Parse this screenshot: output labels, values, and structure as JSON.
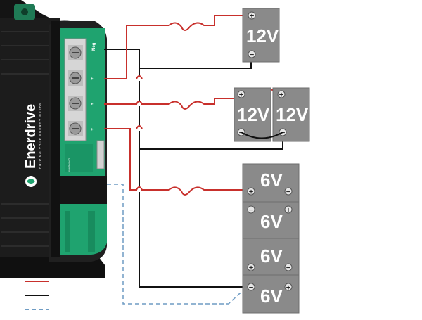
{
  "charger": {
    "brand": "Enerdrive",
    "tagline": "DRIVING YOUR ENERGY NEEDS",
    "terminal_neg_label": "Neg",
    "terminal_plus_label": "+",
    "pcb_warning": "WARNING: To reduce risk of electric shock, turn off the charger and disconnect all batteries before servicing. Refer to manual."
  },
  "terminal_signs": {
    "positive": "+",
    "negative": "−"
  },
  "batteries": [
    {
      "id": "bank1-a",
      "label": "12V"
    },
    {
      "id": "bank2-a",
      "label": "12V"
    },
    {
      "id": "bank2-b",
      "label": "12V"
    },
    {
      "id": "bank3-a",
      "label": "6V"
    },
    {
      "id": "bank3-b",
      "label": "6V"
    },
    {
      "id": "bank3-c",
      "label": "6V"
    },
    {
      "id": "bank3-d",
      "label": "6V"
    }
  ],
  "legend": [
    {
      "color": "#c8302c",
      "style": "solid"
    },
    {
      "color": "#111111",
      "style": "solid"
    },
    {
      "color": "#6f9cc4",
      "style": "dashed"
    }
  ],
  "colors": {
    "positive_wire": "#c8302c",
    "negative_wire": "#111111",
    "sense_wire": "#6f9cc4",
    "battery_body": "#8a8a8a",
    "charger_body": "#1a1a1a",
    "charger_pcb": "#1fa36f"
  }
}
